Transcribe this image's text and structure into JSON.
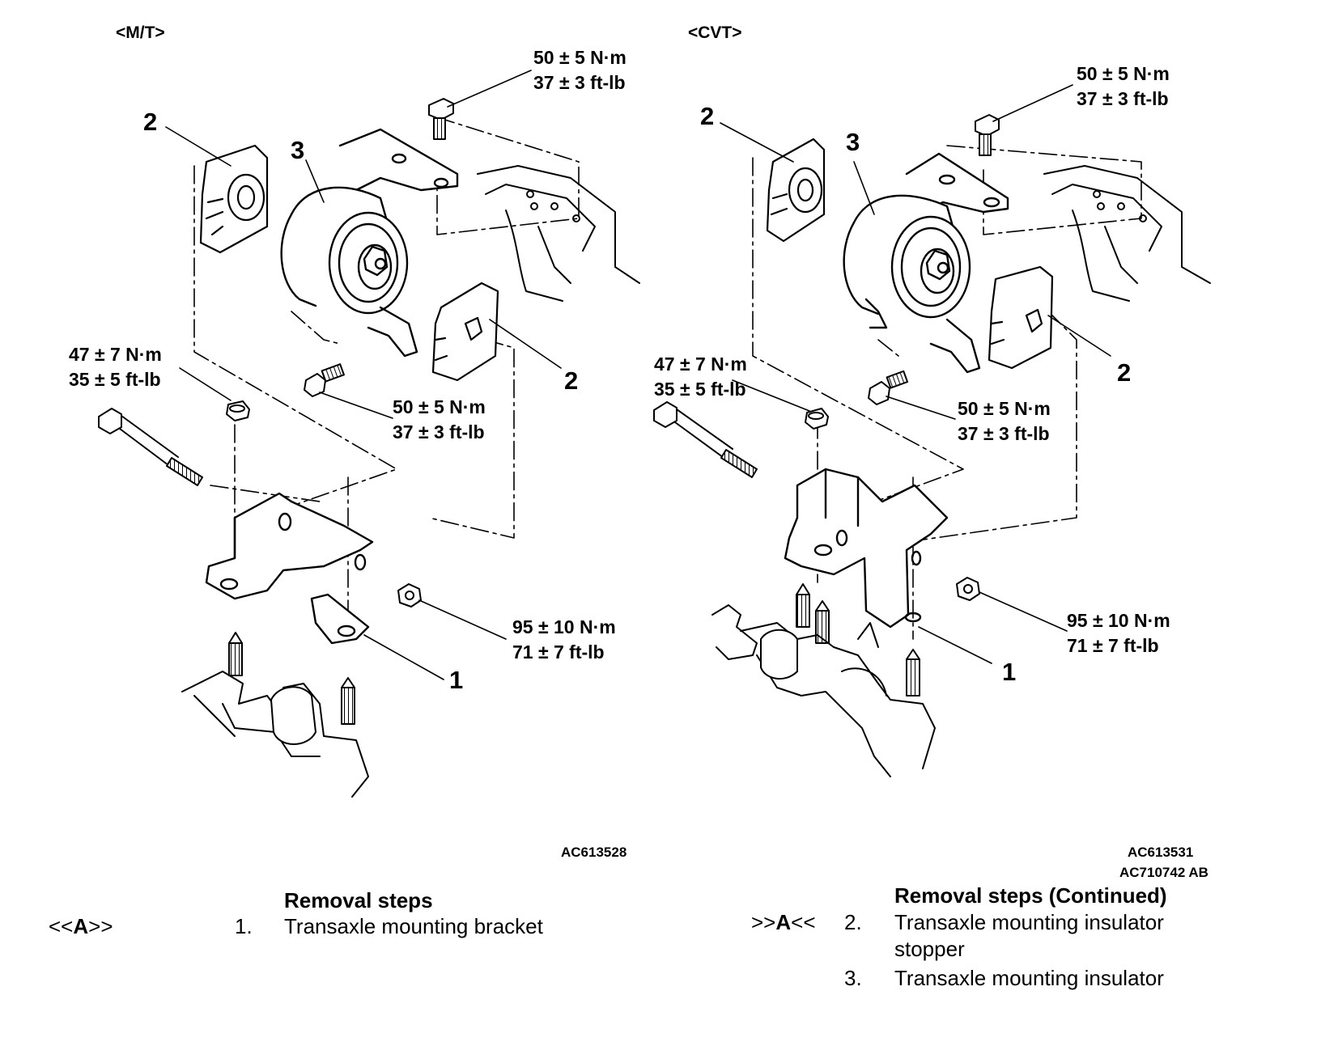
{
  "mt": {
    "header": "<M/T>",
    "torque_top": [
      "50 ± 5 N·m",
      "37 ± 3 ft-lb"
    ],
    "torque_mid": [
      "50 ± 5 N·m",
      "37 ± 3 ft-lb"
    ],
    "torque_left": [
      "47 ± 7 N·m",
      "35 ± 5 ft-lb"
    ],
    "torque_bottom": [
      "95 ± 10 N·m",
      "71 ± 7 ft-lb"
    ],
    "callouts": {
      "stopper_left": "2",
      "insulator": "3",
      "stopper_right": "2",
      "bracket": "1"
    },
    "image_code": "AC613528"
  },
  "cvt": {
    "header": "<CVT>",
    "torque_top": [
      "50 ± 5 N·m",
      "37 ± 3 ft-lb"
    ],
    "torque_mid": [
      "50 ± 5 N·m",
      "37 ± 3 ft-lb"
    ],
    "torque_left": [
      "47 ± 7 N·m",
      "35 ± 5 ft-lb"
    ],
    "torque_bottom": [
      "95 ± 10 N·m",
      "71 ± 7 ft-lb"
    ],
    "callouts": {
      "stopper_left": "2",
      "insulator": "3",
      "stopper_right": "2",
      "bracket": "1"
    },
    "image_codes": [
      "AC613531",
      "AC710742 AB"
    ]
  },
  "removal_steps": {
    "title": "Removal steps",
    "steps": [
      {
        "service": "<<A>>",
        "service_prefix": "<<",
        "service_letter": "A",
        "service_suffix": ">>",
        "number": "1.",
        "text": "Transaxle mounting bracket"
      }
    ]
  },
  "removal_steps_continued": {
    "title": "Removal steps (Continued)",
    "steps": [
      {
        "service": ">>A<<",
        "service_prefix": ">>",
        "service_letter": "A",
        "service_suffix": "<<",
        "number": "2.",
        "text": "Transaxle mounting insulator",
        "text_line2": "stopper"
      },
      {
        "number": "3.",
        "text": "Transaxle mounting insulator"
      }
    ]
  }
}
